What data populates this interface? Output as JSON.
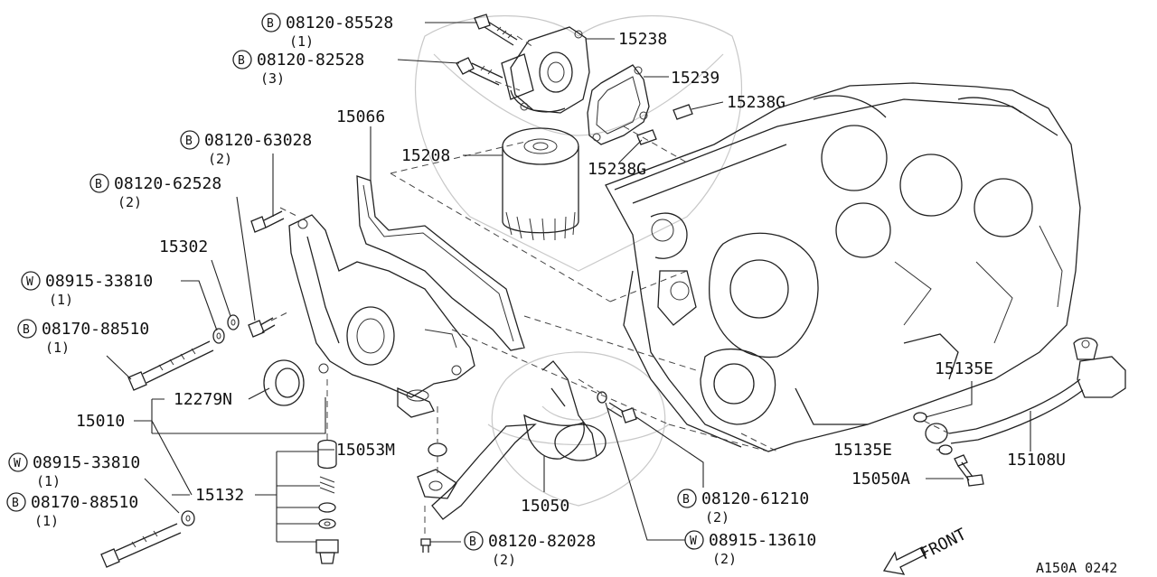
{
  "diagram": {
    "reference": "A150A 0242",
    "front_label": "FRONT",
    "callouts": [
      {
        "id": "c1",
        "prefix": "B",
        "part": "08120-85528",
        "qty": "(1)"
      },
      {
        "id": "c2",
        "prefix": "B",
        "part": "08120-82528",
        "qty": "(3)"
      },
      {
        "id": "c3",
        "part": "15238"
      },
      {
        "id": "c4",
        "part": "15239"
      },
      {
        "id": "c5",
        "part": "15238G"
      },
      {
        "id": "c6",
        "part": "15238G"
      },
      {
        "id": "c7",
        "part": "15066"
      },
      {
        "id": "c8",
        "part": "15208"
      },
      {
        "id": "c9",
        "prefix": "B",
        "part": "08120-63028",
        "qty": "(2)"
      },
      {
        "id": "c10",
        "prefix": "B",
        "part": "08120-62528",
        "qty": "(2)"
      },
      {
        "id": "c11",
        "part": "15302"
      },
      {
        "id": "c12",
        "prefix": "W",
        "part": "08915-33810",
        "qty": "(1)"
      },
      {
        "id": "c13",
        "prefix": "B",
        "part": "08170-88510",
        "qty": "(1)"
      },
      {
        "id": "c14",
        "part": "12279N"
      },
      {
        "id": "c15",
        "part": "15010"
      },
      {
        "id": "c16",
        "part": "15053M"
      },
      {
        "id": "c17",
        "prefix": "W",
        "part": "08915-33810",
        "qty": "(1)"
      },
      {
        "id": "c18",
        "prefix": "B",
        "part": "08170-88510",
        "qty": "(1)"
      },
      {
        "id": "c19",
        "part": "15132"
      },
      {
        "id": "c20",
        "part": "15050"
      },
      {
        "id": "c21",
        "prefix": "B",
        "part": "08120-82028",
        "qty": "(2)"
      },
      {
        "id": "c22",
        "prefix": "B",
        "part": "08120-61210",
        "qty": "(2)"
      },
      {
        "id": "c23",
        "prefix": "W",
        "part": "08915-13610",
        "qty": "(2)"
      },
      {
        "id": "c24",
        "part": "15135E"
      },
      {
        "id": "c25",
        "part": "15135E"
      },
      {
        "id": "c26",
        "part": "15050A"
      },
      {
        "id": "c27",
        "part": "15108U"
      }
    ]
  }
}
